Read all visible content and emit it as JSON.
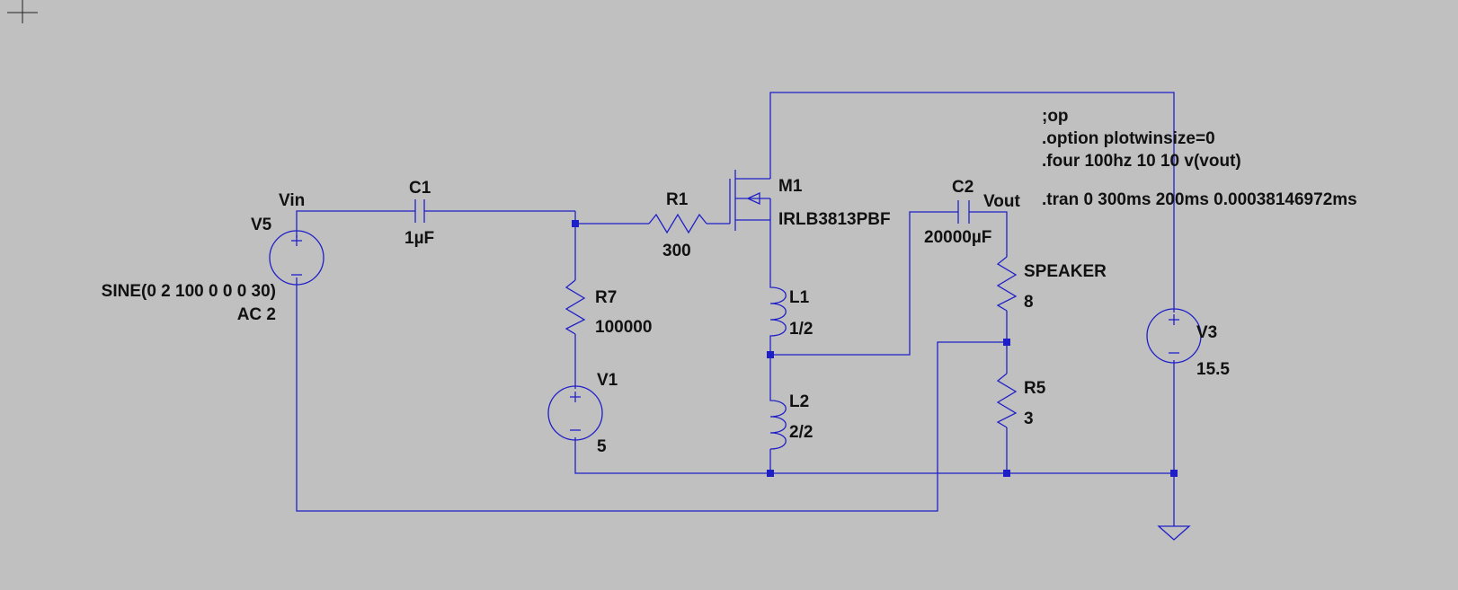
{
  "components": {
    "V5": {
      "name": "V5",
      "value": "SINE(0 2 100 0 0 0 30)",
      "value2": "AC 2"
    },
    "C1": {
      "name": "C1",
      "value": "1µF"
    },
    "R1": {
      "name": "R1",
      "value": "300"
    },
    "M1": {
      "name": "M1",
      "value": "IRLB3813PBF"
    },
    "R7": {
      "name": "R7",
      "value": "100000"
    },
    "V1": {
      "name": "V1",
      "value": "5"
    },
    "L1": {
      "name": "L1",
      "value": "1/2"
    },
    "L2": {
      "name": "L2",
      "value": "2/2"
    },
    "C2": {
      "name": "C2",
      "value": "20000µF"
    },
    "SPEAKER": {
      "name": "SPEAKER",
      "value": "8"
    },
    "R5": {
      "name": "R5",
      "value": "3"
    },
    "V3": {
      "name": "V3",
      "value": "15.5"
    }
  },
  "nets": {
    "vin": "Vin",
    "vout": "Vout"
  },
  "directives": [
    ";op",
    ".option plotwinsize=0",
    ".four 100hz 10 10 v(vout)",
    ".tran 0 300ms 200ms 0.00038146972ms"
  ],
  "colors": {
    "background": "#c0c0c0",
    "wire": "#1f1fc8",
    "text": "#111111"
  }
}
